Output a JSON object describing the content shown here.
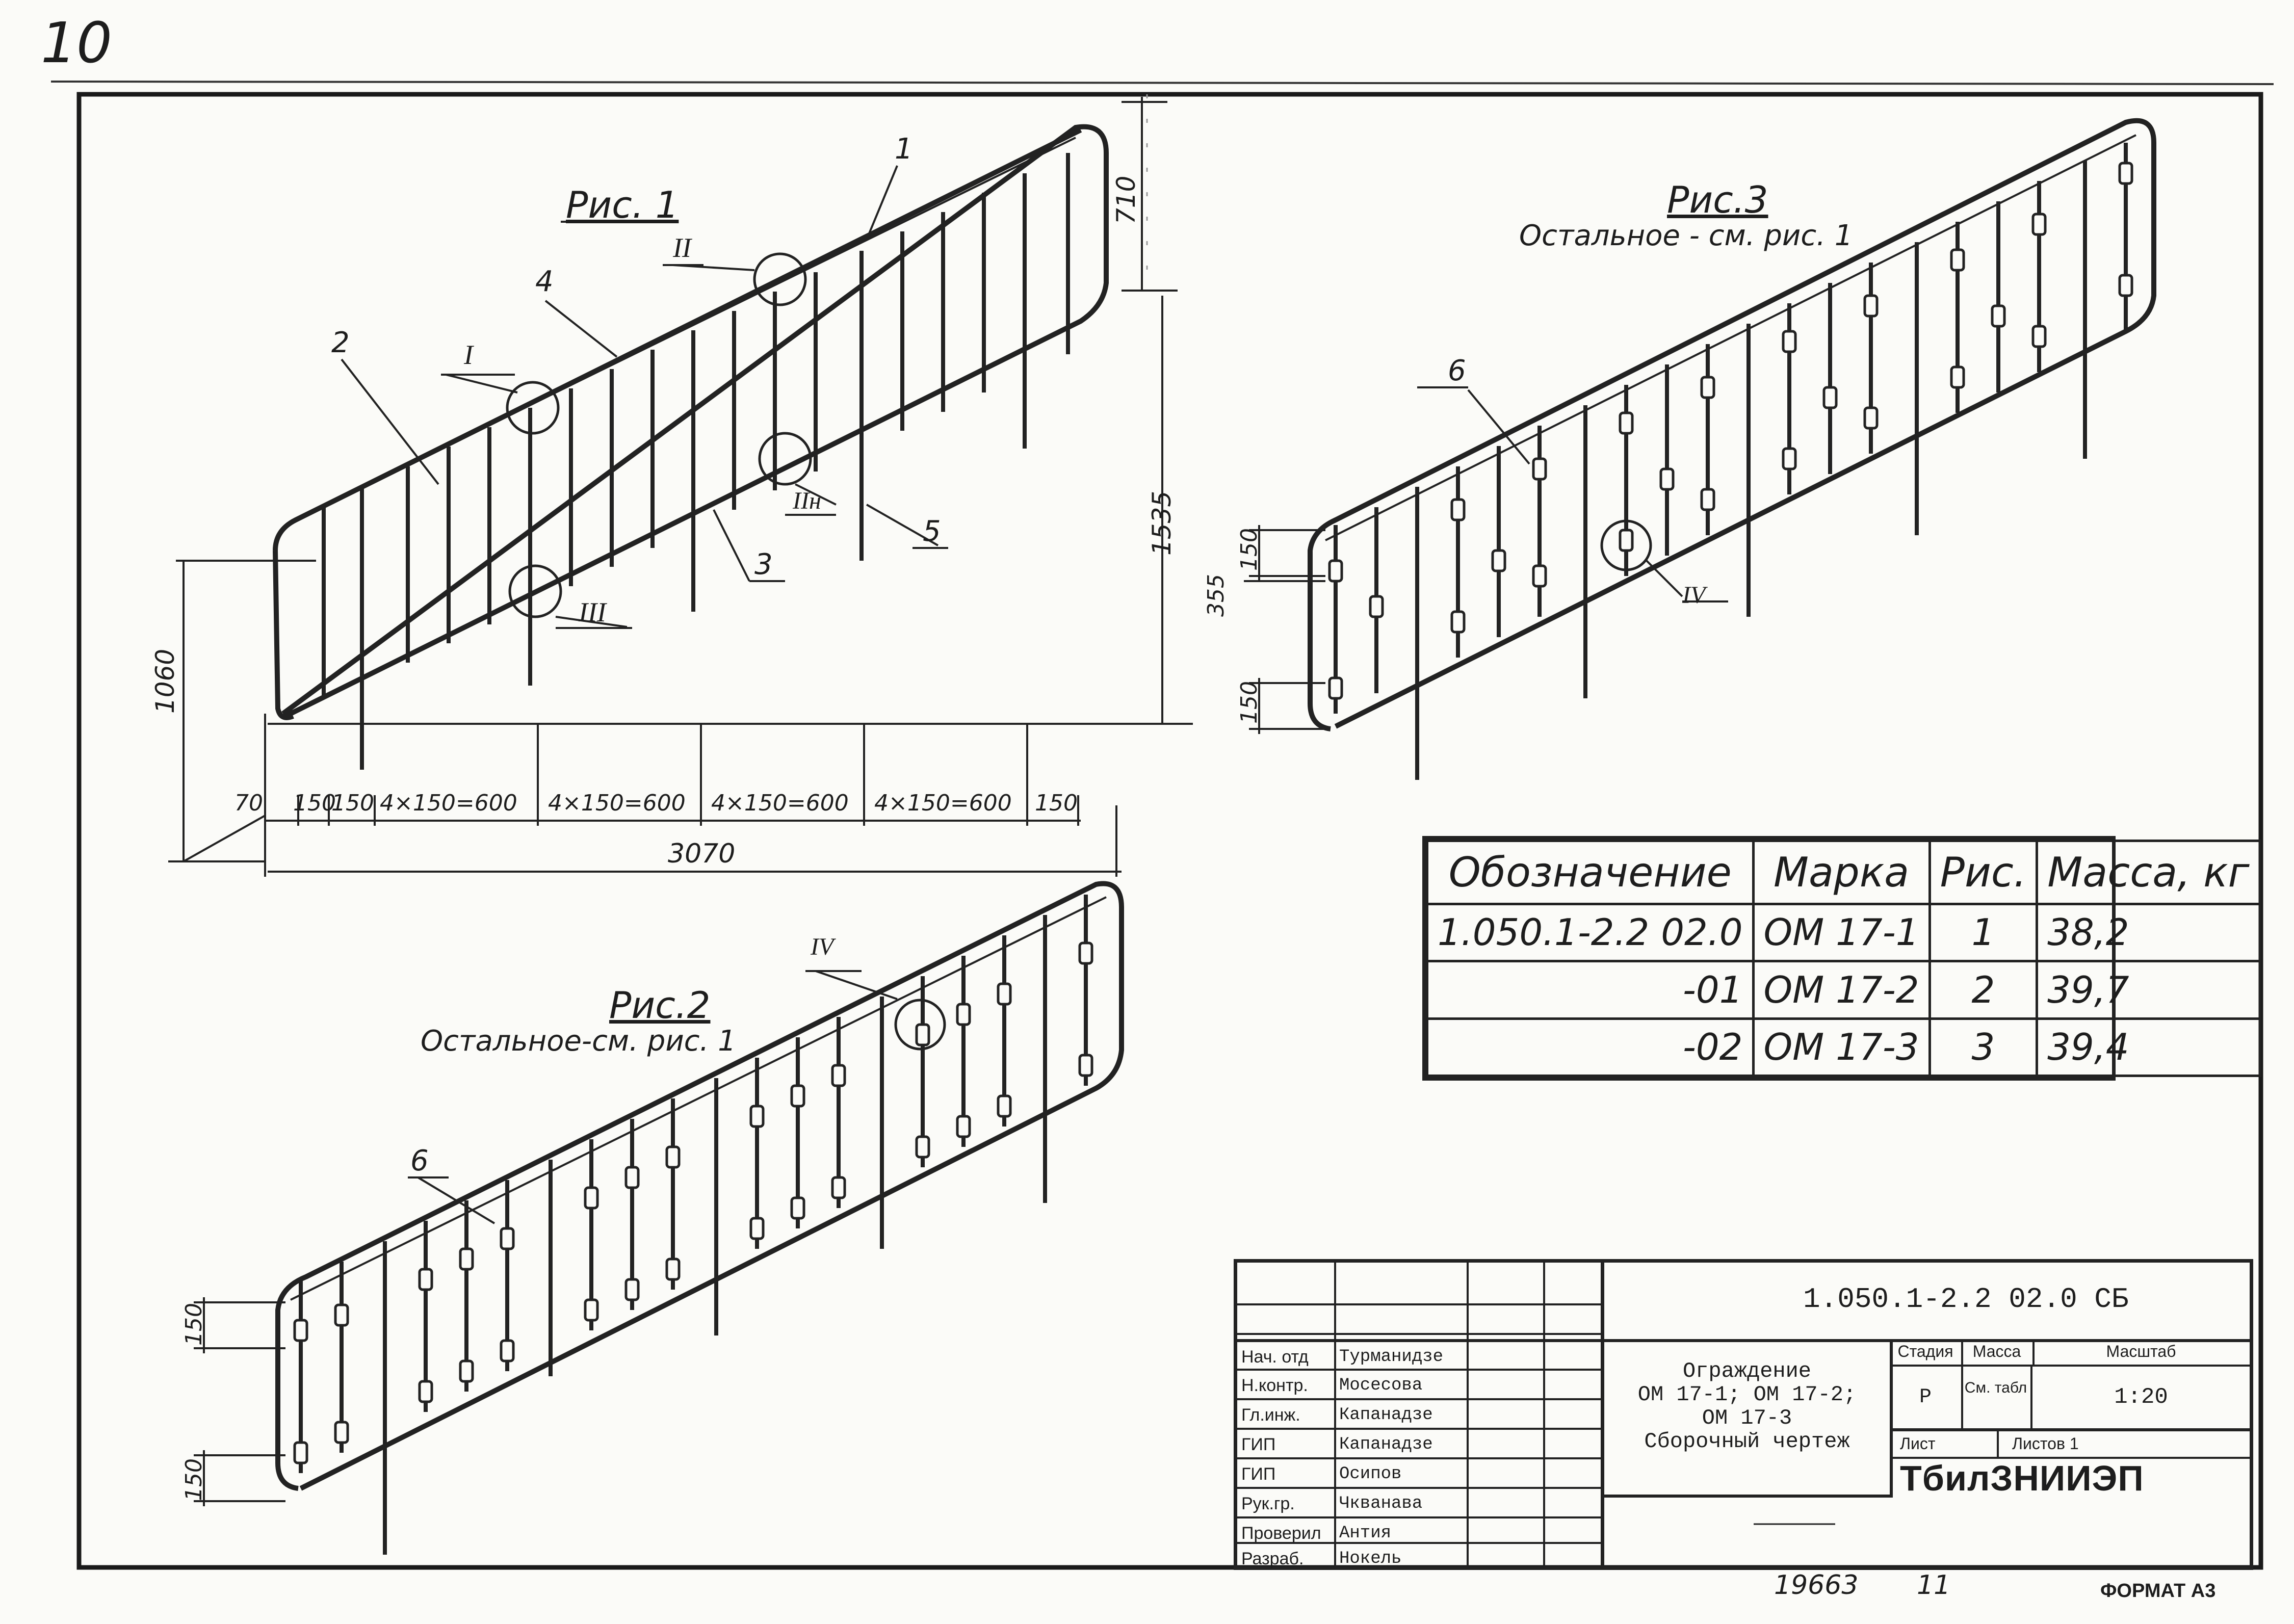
{
  "page": {
    "number": "10"
  },
  "figures": {
    "fig1": {
      "title": "Рис. 1",
      "leaders": [
        "1",
        "2",
        "3",
        "4",
        "5"
      ],
      "details": [
        "I",
        "II",
        "IIн",
        "III"
      ]
    },
    "fig2": {
      "title": "Рис.2",
      "note": "Остальное-см. рис. 1",
      "leader": "6",
      "detail": "IV",
      "dims": [
        "150",
        "150"
      ]
    },
    "fig3": {
      "title": "Рис.3",
      "note": "Остальное - см. рис. 1",
      "leader": "6",
      "detail": "IV",
      "dims": [
        "150",
        "355",
        "150"
      ]
    }
  },
  "dimensions": {
    "height_total": "1060",
    "top": "710",
    "right_height": "1535",
    "bottom_segments": [
      "70",
      "150",
      "150",
      "4×150=600",
      "4×150=600",
      "4×150=600",
      "4×150=600",
      "150"
    ],
    "overall": "3070"
  },
  "spec_table": {
    "headers": [
      "Обозначение",
      "Марка",
      "Рис.",
      "Масса, кг"
    ],
    "rows": [
      [
        "1.050.1-2.2 02.0",
        "ОМ 17-1",
        "1",
        "38,2"
      ],
      [
        "-01",
        "ОМ 17-2",
        "2",
        "39,7"
      ],
      [
        "-02",
        "ОМ 17-3",
        "3",
        "39,4"
      ]
    ]
  },
  "title_block": {
    "code": "1.050.1-2.2 02.0 СБ",
    "title_lines": [
      "Ограждение",
      "ОМ 17-1; ОМ 17-2;",
      "ОМ 17-3",
      "Сборочный чертеж"
    ],
    "stage_label": "Стадия",
    "mass_label": "Масса",
    "scale_label": "Масштаб",
    "stage": "Р",
    "mass": "См. табл",
    "scale": "1:20",
    "sheet_label": "Лист",
    "sheets_label": "Листов 1",
    "org": "ТбилЗНИИЭП",
    "roles": [
      {
        "role": "Нач. отд",
        "name": "Турманидзе"
      },
      {
        "role": "Н.контр.",
        "name": "Мосесова"
      },
      {
        "role": "Гл.инж.",
        "name": "Капанадзе"
      },
      {
        "role": "ГИП",
        "name": "Капанадзе"
      },
      {
        "role": "ГИП",
        "name": "Осипов"
      },
      {
        "role": "Рук.гр.",
        "name": "Чкванава"
      },
      {
        "role": "Проверил",
        "name": "Антия"
      },
      {
        "role": "Разраб.",
        "name": "Нокель"
      }
    ]
  },
  "footer": {
    "inventory": "19663",
    "copy": "11",
    "format": "ФОРМАТ А3"
  }
}
